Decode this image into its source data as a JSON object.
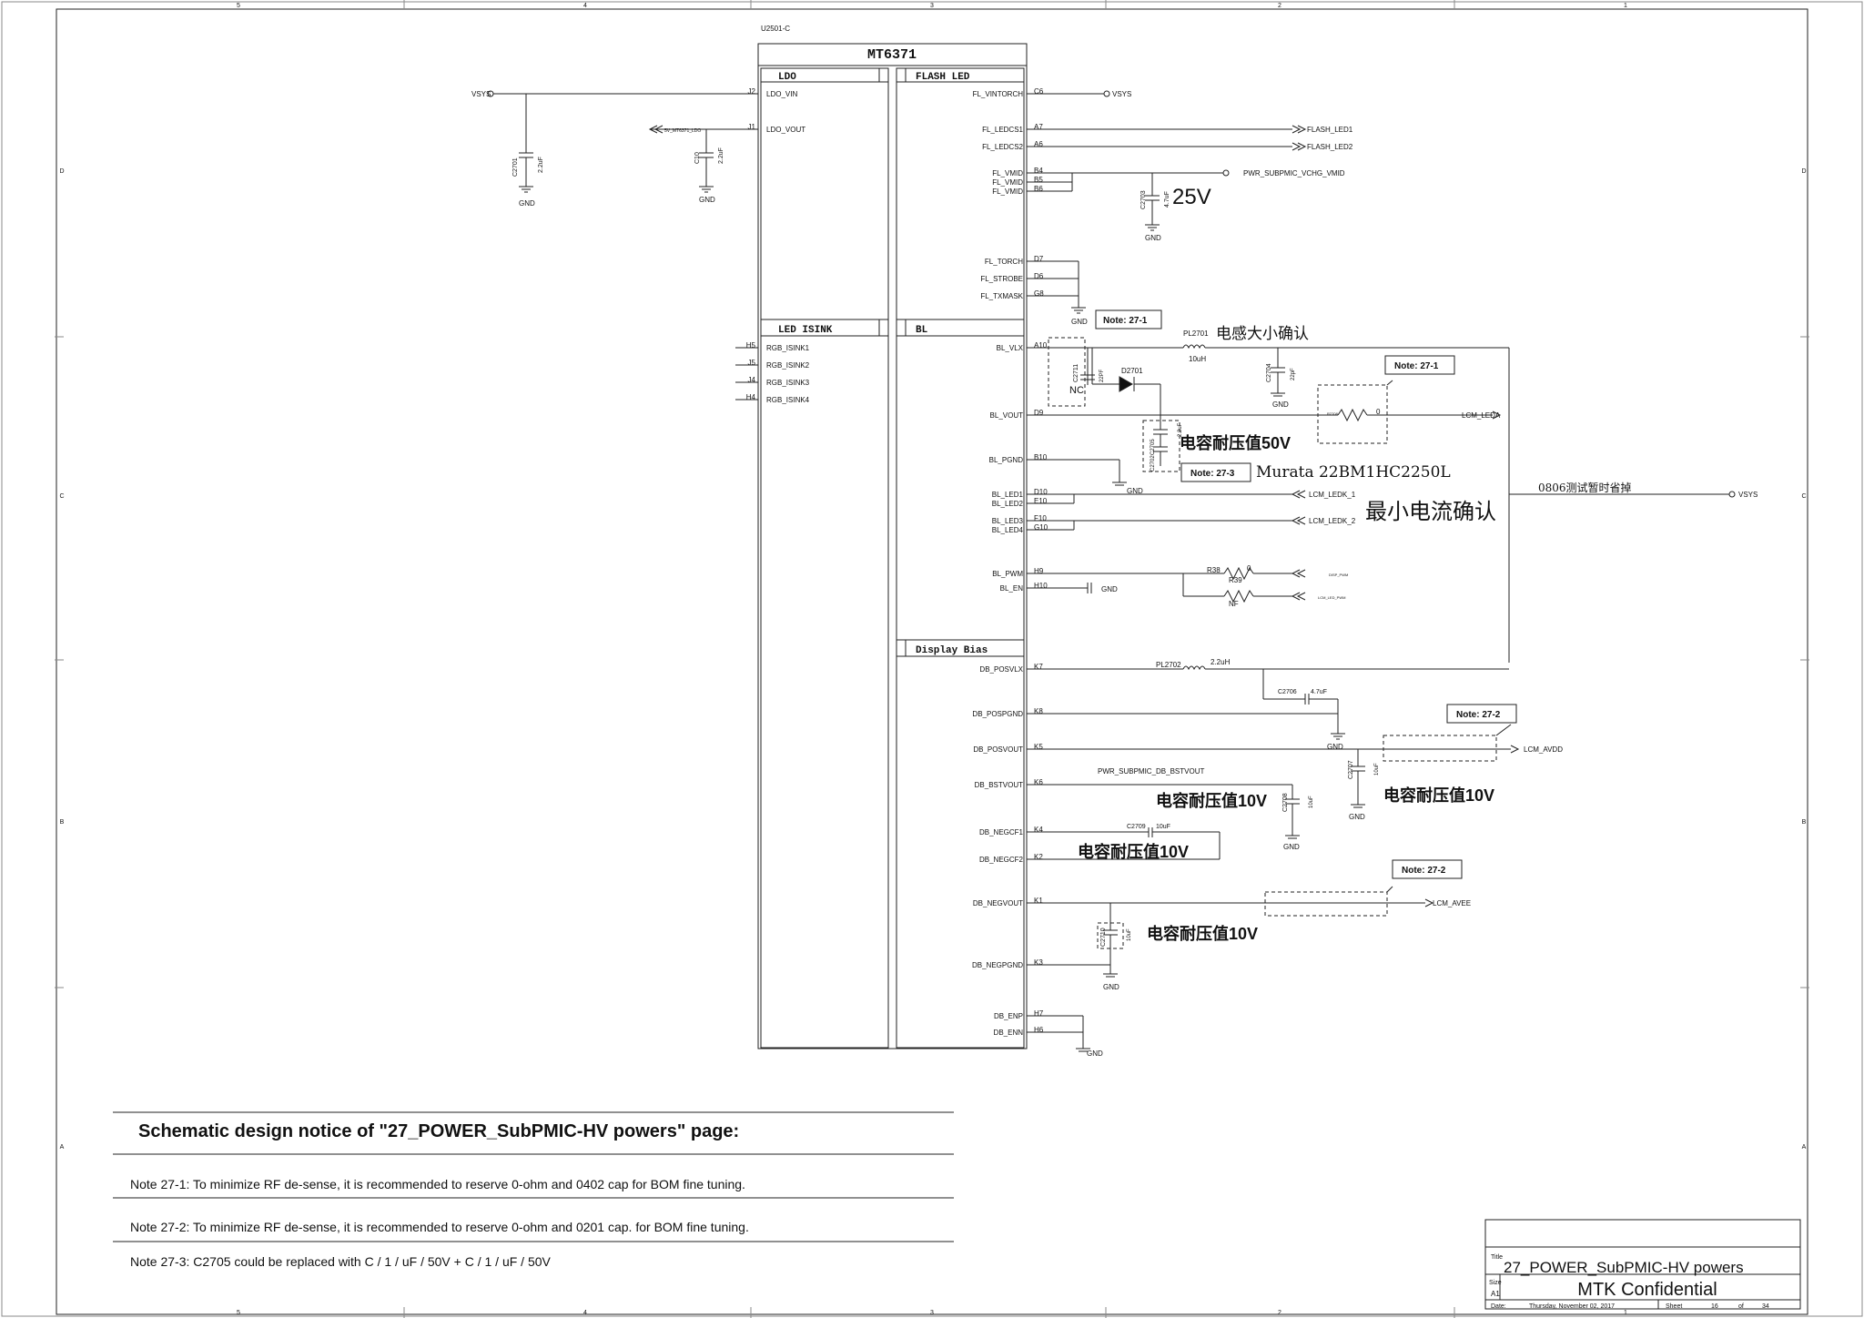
{
  "border": {
    "cols": [
      "5",
      "4",
      "3",
      "2",
      "1"
    ],
    "rows": [
      "D",
      "C",
      "B",
      "A"
    ]
  },
  "ic": {
    "ref": "U2501-C",
    "name": "MT6371",
    "sections": {
      "ldo": "LDO",
      "flash": "FLASH LED",
      "isink": "LED ISINK",
      "bl": "BL",
      "bias": "Display Bias"
    }
  },
  "ldo_pins": [
    {
      "num": "J2",
      "name": "LDO_VIN"
    },
    {
      "num": "J1",
      "name": "LDO_VOUT"
    }
  ],
  "isink_pins": [
    {
      "num": "H5",
      "name": "RGB_ISINK1"
    },
    {
      "num": "J5",
      "name": "RGB_ISINK2"
    },
    {
      "num": "J4",
      "name": "RGB_ISINK3"
    },
    {
      "num": "H4",
      "name": "RGB_ISINK4"
    }
  ],
  "flash_pins": [
    {
      "num": "C6",
      "name": "FL_VINTORCH"
    },
    {
      "num": "A7",
      "name": "FL_LEDCS1"
    },
    {
      "num": "A6",
      "name": "FL_LEDCS2"
    },
    {
      "num": "B4",
      "name": "FL_VMID"
    },
    {
      "num": "B5",
      "name": "FL_VMID"
    },
    {
      "num": "B6",
      "name": "FL_VMID"
    },
    {
      "num": "D7",
      "name": "FL_TORCH"
    },
    {
      "num": "D6",
      "name": "FL_STROBE"
    },
    {
      "num": "G8",
      "name": "FL_TXMASK"
    }
  ],
  "bl_pins": [
    {
      "num": "A10",
      "name": "BL_VLX"
    },
    {
      "num": "D9",
      "name": "BL_VOUT"
    },
    {
      "num": "B10",
      "name": "BL_PGND"
    },
    {
      "num": "D10",
      "name": "BL_LED1"
    },
    {
      "num": "E10",
      "name": "BL_LED2"
    },
    {
      "num": "F10",
      "name": "BL_LED3"
    },
    {
      "num": "G10",
      "name": "BL_LED4"
    },
    {
      "num": "H9",
      "name": "BL_PWM"
    },
    {
      "num": "H10",
      "name": "BL_EN"
    }
  ],
  "bias_pins": [
    {
      "num": "K7",
      "name": "DB_POSVLX"
    },
    {
      "num": "K8",
      "name": "DB_POSPGND"
    },
    {
      "num": "K5",
      "name": "DB_POSVOUT"
    },
    {
      "num": "K6",
      "name": "DB_BSTVOUT"
    },
    {
      "num": "K4",
      "name": "DB_NEGCF1"
    },
    {
      "num": "K2",
      "name": "DB_NEGCF2"
    },
    {
      "num": "K1",
      "name": "DB_NEGVOUT"
    },
    {
      "num": "K3",
      "name": "DB_NEGPGND"
    },
    {
      "num": "H7",
      "name": "DB_ENP"
    },
    {
      "num": "H6",
      "name": "DB_ENN"
    }
  ],
  "nets": {
    "vsys": "VSYS",
    "gnd": "GND",
    "flash_led1": "FLASH_LED1",
    "flash_led2": "FLASH_LED2",
    "vchg_vmid": "PWR_SUBPMIC_VCHG_VMID",
    "lcm_leda": "LCM_LEDA",
    "lcm_ledk1": "LCM_LEDK_1",
    "lcm_ledk2": "LCM_LEDK_2",
    "lcm_avdd": "LCM_AVDD",
    "lcm_avee": "LCM_AVEE",
    "bstvout": "PWR_SUBPMIC_DB_BSTVOUT",
    "ldo_out": "5V_MT6371_LDO",
    "disp_pwm": "DISP_PWM",
    "lcm_led_pwm": "LCM_LED_PWM"
  },
  "parts": {
    "c2701": "C2701",
    "c2701_v": "2.2uF",
    "c10": "C10",
    "c10_v": "2.2uF",
    "c2703": "C2703",
    "c2703_v": "4.7uF",
    "c2711": "C2711",
    "c2711_v": "22PF",
    "nc": "NC",
    "pl2701": "PL2701",
    "pl2701_v": "10uH",
    "d2701": "D2701",
    "c2704": "C2704",
    "c2704_v": "22pF",
    "r2708": "R2708",
    "r2708_v": "0",
    "c2705": "C2705",
    "c2705_v": "2.2uF",
    "c2702": "C2702",
    "r38": "R38",
    "r38_v": "0",
    "r39": "R39",
    "r39_v": "NF",
    "pl2702": "PL2702",
    "pl2702_v": "2.2uH",
    "c2706": "C2706",
    "c2706_v": "4.7uF",
    "c2707": "C2707",
    "c2707_v": "10uF",
    "c2708": "C2708",
    "c2708_v": "10uF",
    "c2709": "C2709",
    "c2709_v": "10uF",
    "c2710": "C2710",
    "c2710_v": "10uF"
  },
  "notes_tags": {
    "n1a": "Note: 27-1",
    "n1b": "Note: 27-1",
    "n3": "Note: 27-3",
    "n2a": "Note: 27-2",
    "n2b": "Note: 27-2"
  },
  "annotations": {
    "v25": "25V",
    "inductor_check": "电感大小确认",
    "cap_50v": "电容耐压值50V",
    "murata": "Murata 22BM1HC2250L",
    "min_current": "最小电流确认",
    "test_omit": "0806测试暂时省掉",
    "cap_10v_a": "电容耐压值10V",
    "cap_10v_b": "电容耐压值10V",
    "cap_10v_c": "电容耐压值10V",
    "cap_10v_d": "电容耐压值10V"
  },
  "notice": {
    "title": "Schematic design notice of \"27_POWER_SubPMIC-HV powers\" page:",
    "note1": "Note 27-1: To minimize RF de-sense, it is recommended to reserve 0-ohm and 0402 cap for BOM fine tuning.",
    "note2": "Note 27-2: To minimize RF de-sense, it is recommended to reserve 0-ohm and 0201 cap. for BOM fine tuning.",
    "note3": "Note 27-3: C2705 could be replaced with C / 1 / uF / 50V + C / 1 / uF / 50V"
  },
  "title_block": {
    "title_lbl": "Title",
    "title": "27_POWER_SubPMIC-HV powers",
    "size_lbl": "Size",
    "size": "A1",
    "company": "MTK Confidential",
    "date_lbl": "Date:",
    "date": "Thursday, November 02, 2017",
    "sheet_lbl": "Sheet",
    "sheet": "16",
    "of_lbl": "of",
    "total": "34"
  }
}
